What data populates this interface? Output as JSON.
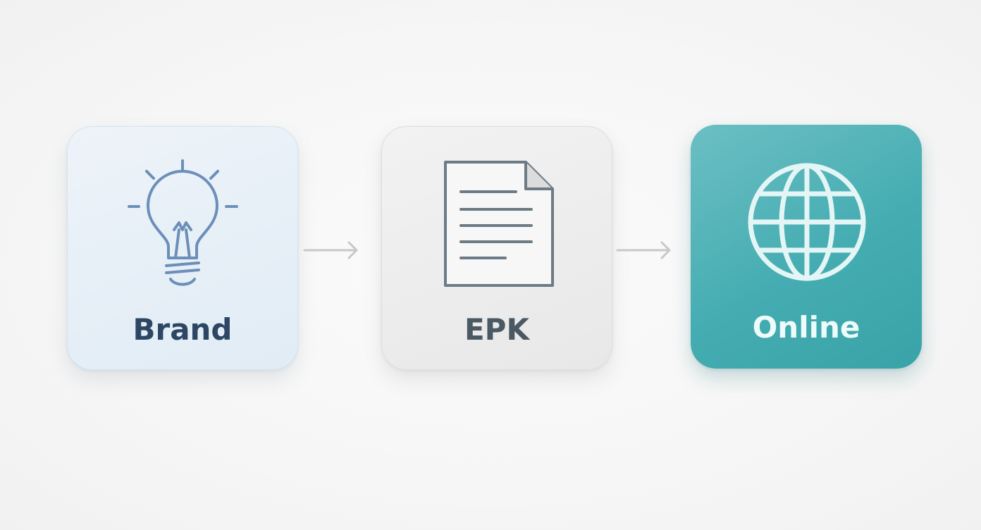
{
  "steps": [
    {
      "label": "Brand",
      "icon": "lightbulb-icon"
    },
    {
      "label": "EPK",
      "icon": "document-icon"
    },
    {
      "label": "Online",
      "icon": "globe-icon"
    }
  ],
  "colors": {
    "brand_card": "#e6eff7",
    "brand_icon": "#6b8fb8",
    "brand_text": "#2c4664",
    "epk_card": "#ececec",
    "epk_icon": "#6d7b85",
    "epk_text": "#4a5963",
    "online_card": "#45adb2",
    "online_icon": "#e4f5f5",
    "online_text": "#eefbfb",
    "arrow": "#c8c8c8"
  }
}
